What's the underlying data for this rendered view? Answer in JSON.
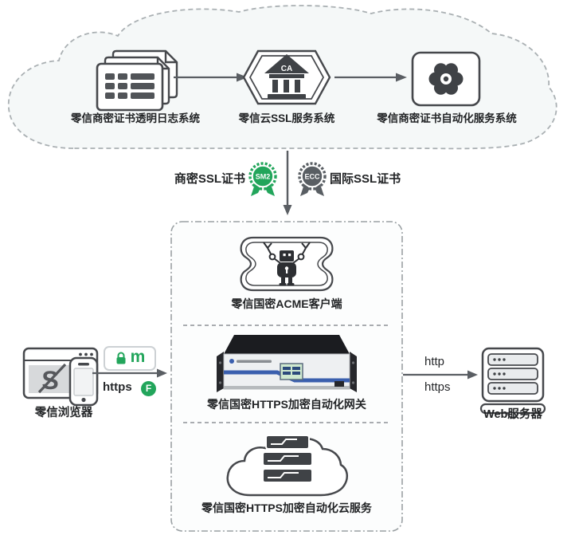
{
  "diagram": {
    "top_cloud": {
      "name": "certificate-cloud-systems",
      "nodes": [
        {
          "label": "零信商密证书透明日志系统",
          "icon": "documents-stack-icon"
        },
        {
          "label": "零信云SSL服务系统",
          "icon": "ca-bank-hexagon-icon",
          "icon_text": "CA"
        },
        {
          "label": "零信商密证书自动化服务系统",
          "icon": "gear-screen-icon"
        }
      ]
    },
    "cert_row": {
      "left_label": "商密SSL证书",
      "left_badge_text": "SM2",
      "right_badge_text": "ECC",
      "right_label": "国际SSL证书"
    },
    "gateway_box": {
      "items": [
        {
          "label": "零信国密ACME客户端",
          "icon": "acme-robot-ticket-icon"
        },
        {
          "label": "零信国密HTTPS加密自动化网关",
          "icon": "gateway-appliance-icon"
        },
        {
          "label": "零信国密HTTPS加密自动化云服务",
          "icon": "cloud-servers-icon"
        }
      ]
    },
    "left_client": {
      "label": "零信浏览器",
      "icon": "browser-phone-icon",
      "logo_glyph": "S",
      "lock_badge_letter": "m",
      "protocol": "https",
      "protocol_badge": "F"
    },
    "right_server": {
      "label": "Web服务器",
      "icon": "web-server-icon",
      "protocol_top": "http",
      "protocol_bottom": "https"
    },
    "colors": {
      "green": "#22a55b",
      "dark_icon": "#3f4246",
      "arrow": "#5a5e63",
      "blue_stripe": "#3a5fae",
      "cloud_fill": "#f5f8f8"
    }
  }
}
